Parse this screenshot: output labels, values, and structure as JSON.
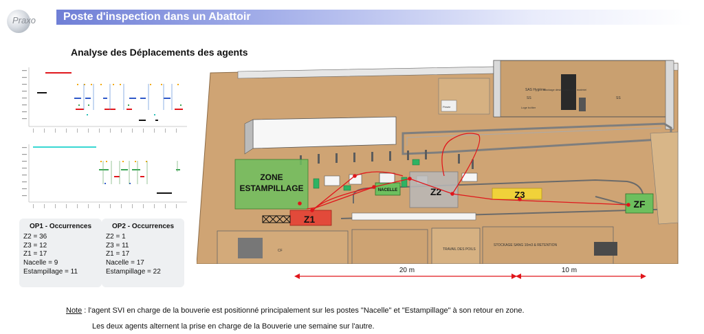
{
  "header": {
    "logo_text": "Praxo",
    "title": "Poste d'inspection dans un Abattoir",
    "subtitle": "Analyse des Déplacements des agents"
  },
  "occurrences": [
    {
      "heading": "OP1 - Occurrences",
      "lines": [
        "Z2 = 36",
        "Z3 = 12",
        "Z1 = 17",
        "Nacelle = 9",
        "Estampillage = 11"
      ]
    },
    {
      "heading": "OP2 - Occurrences",
      "lines": [
        "Z2 = 1",
        "Z3 = 11",
        "Z1 = 17",
        "Nacelle = 17",
        "Estampillage = 22"
      ]
    }
  ],
  "plan": {
    "zone_estampillage": "ZONE ESTAMPILLAGE",
    "zone_z1": "Z1",
    "zone_z2": "Z2",
    "zone_z3": "Z3",
    "zone_zf": "ZF",
    "nacelle": "NACELLE",
    "dist_1": "20 m",
    "dist_2": "10 m",
    "room_labels": [
      "SAS Hygiène",
      "Stockage désinfection petit matériel",
      "SS",
      "SS",
      "Loge boîtier",
      "Pesée",
      "TRAVAIL DES POILS",
      "STOCKAGE SANG 10m3 & RETENTION",
      "CF"
    ],
    "colors": {
      "estampillage": "#6dbf5e",
      "z1": "#e24a3a",
      "z2": "#b8b8b8",
      "z3": "#f0d23a",
      "zf": "#6dbf5e",
      "path": "#e0161b"
    }
  },
  "note": {
    "label": "Note",
    "line1": " : l'agent SVI en charge de la bouverie est positionné principalement sur les postes \"Nacelle\" et \"Estampillage\" à son retour en zone.",
    "line2": "Les deux agents alternent la prise en charge de la Bouverie une semaine sur l'autre."
  }
}
